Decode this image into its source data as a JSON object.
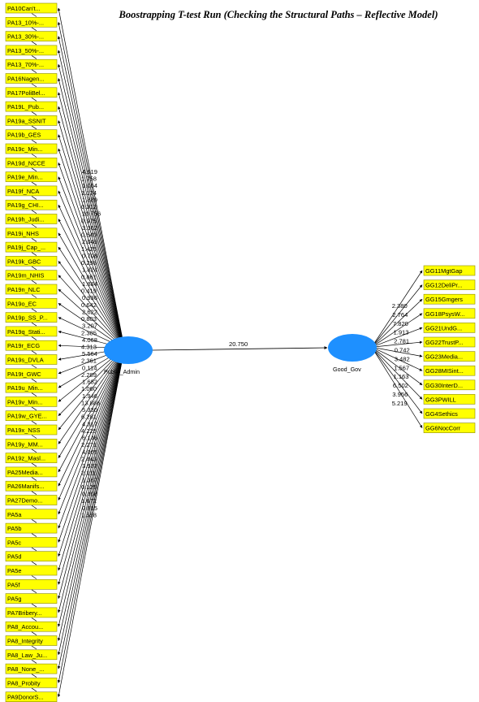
{
  "title": "Boostrapping T-test Run (Checking the Structural Paths – Reflective Model)",
  "colors": {
    "indicator_fill": "#ffff00",
    "latent_fill": "#1e90ff",
    "line": "#000000"
  },
  "public_admin": {
    "label": "Public_Admin",
    "indicators": [
      "PA10Can't...",
      "PA13_10%-...",
      "PA13_30%-...",
      "PA13_50%-...",
      "PA13_70%-...",
      "PA16Nagen...",
      "PA17PoliBel...",
      "PA19L_Pub...",
      "PA19a_SSNIT",
      "PA19b_GES",
      "PA19c_Min...",
      "PA19d_NCCE",
      "PA19e_Min...",
      "PA19f_NCA",
      "PA19g_CHI...",
      "PA19h_Judi...",
      "PA19i_NHS",
      "PA19j_Cap_...",
      "PA19k_GBC",
      "PA19m_NHIS",
      "PA19n_NLC",
      "PA19o_EC",
      "PA19p_SS_P...",
      "PA19q_Stati...",
      "PA19r_ECG",
      "PA19s_DVLA",
      "PA19t_GWC",
      "PA19u_Min...",
      "PA19v_Min...",
      "PA19w_GYE...",
      "PA19x_NSS",
      "PA19y_MM...",
      "PA19z_Masl...",
      "PA25Media...",
      "PA26Manifs...",
      "PA27Demo...",
      "PA5a",
      "PA5b",
      "PA5c",
      "PA5d",
      "PA5e",
      "PA5f",
      "PA5g",
      "PA7Bribery...",
      "PA8_Accou...",
      "PA8_Integrity",
      "PA8_Law_Ju...",
      "PA8_None_...",
      "PA8_Probity",
      "PA9DonorS..."
    ],
    "path_labels": [
      "4.919",
      "1.758",
      "1.064",
      "1.174",
      "1.889",
      "0.312",
      "10.756",
      "0.975",
      "3.362",
      "0.640",
      "2.049",
      "1.425",
      "0.708",
      "0.298",
      "1.824",
      "0.861",
      "1.884",
      "0.419",
      "0.936",
      "0.642",
      "2.622",
      "0.803",
      "3.207",
      "2.385",
      "4.068",
      "4.313",
      "5.564",
      "2.361",
      "0.114",
      "2.289",
      "1.682",
      "1.060",
      "1.946",
      "13.886",
      "5.330",
      "6.281",
      "4.317",
      "4.225",
      "6.146",
      "2.271",
      "4.065",
      "2.443",
      "3.537",
      "2.111",
      "1.367",
      "0.125",
      "0.408",
      "1.672",
      "0.815",
      "1.558"
    ]
  },
  "good_gov": {
    "label": "Good_Gov",
    "indicators": [
      "GG11MgtGap",
      "GG12DeliPr...",
      "GG15Gmgers",
      "GG18PsysW...",
      "GG21UndG...",
      "GG22TrustP...",
      "GG23Media...",
      "GG28MISint...",
      "GG30InterD...",
      "GG3PWILL",
      "GG4Sethics",
      "GG6NocCorr"
    ],
    "path_labels": [
      "2.380",
      "2.764",
      "7.820",
      "1.913",
      "2.781",
      "0.742",
      "3.482",
      "1.567",
      "1.163",
      "6.502",
      "3.956",
      "5.219"
    ]
  },
  "structural_path": "20.750"
}
